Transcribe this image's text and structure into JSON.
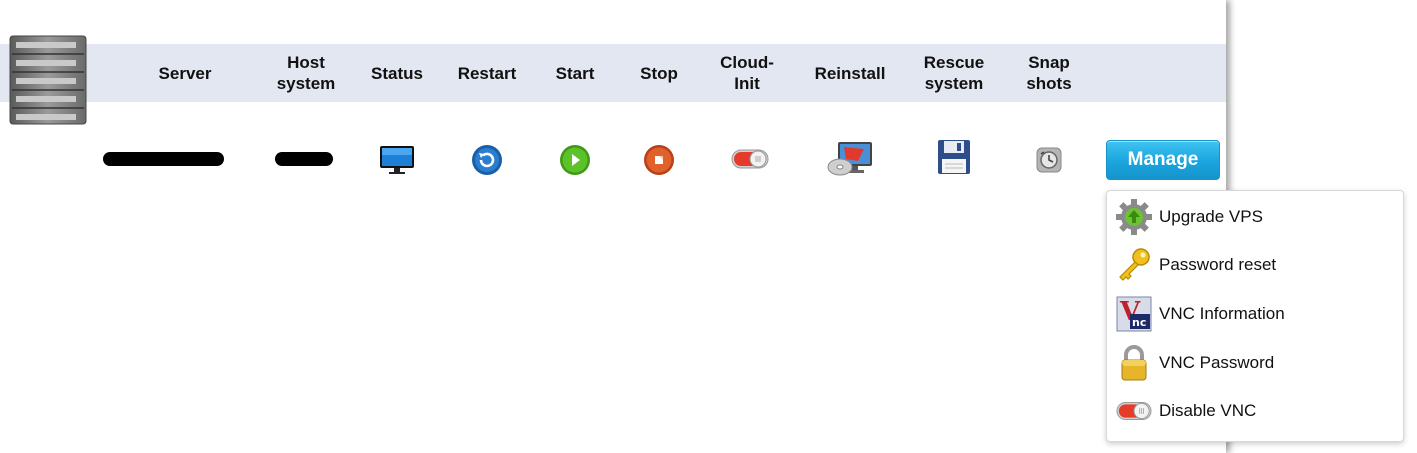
{
  "table": {
    "headers": {
      "server": "Server",
      "host_system_line1": "Host",
      "host_system_line2": "system",
      "status": "Status",
      "restart": "Restart",
      "start": "Start",
      "stop": "Stop",
      "cloud_init_line1": "Cloud-",
      "cloud_init_line2": "Init",
      "reinstall": "Reinstall",
      "rescue_line1": "Rescue",
      "rescue_line2": "system",
      "snapshots_line1": "Snap",
      "snapshots_line2": "shots"
    },
    "row": {
      "server": "[redacted]",
      "host_system": "[redacted]",
      "icons": [
        "monitor-icon",
        "restart-icon",
        "start-icon",
        "stop-icon",
        "toggle-off-icon",
        "reinstall-icon",
        "floppy-disk-icon",
        "snapshot-icon"
      ]
    }
  },
  "manage": {
    "label": "Manage",
    "menu": [
      {
        "label": "Upgrade VPS",
        "icon": "gear-icon"
      },
      {
        "label": "Password reset",
        "icon": "key-icon"
      },
      {
        "label": "VNC Information",
        "icon": "vnc-icon"
      },
      {
        "label": "VNC Password",
        "icon": "padlock-icon"
      },
      {
        "label": "Disable VNC",
        "icon": "toggle-off-icon"
      }
    ]
  },
  "colors": {
    "header_band": "#e3e7f1",
    "manage_button": "#1aa5de",
    "start_green": "#4caf1e",
    "stop_orange": "#d9531e",
    "restart_blue": "#1a5fa8"
  }
}
